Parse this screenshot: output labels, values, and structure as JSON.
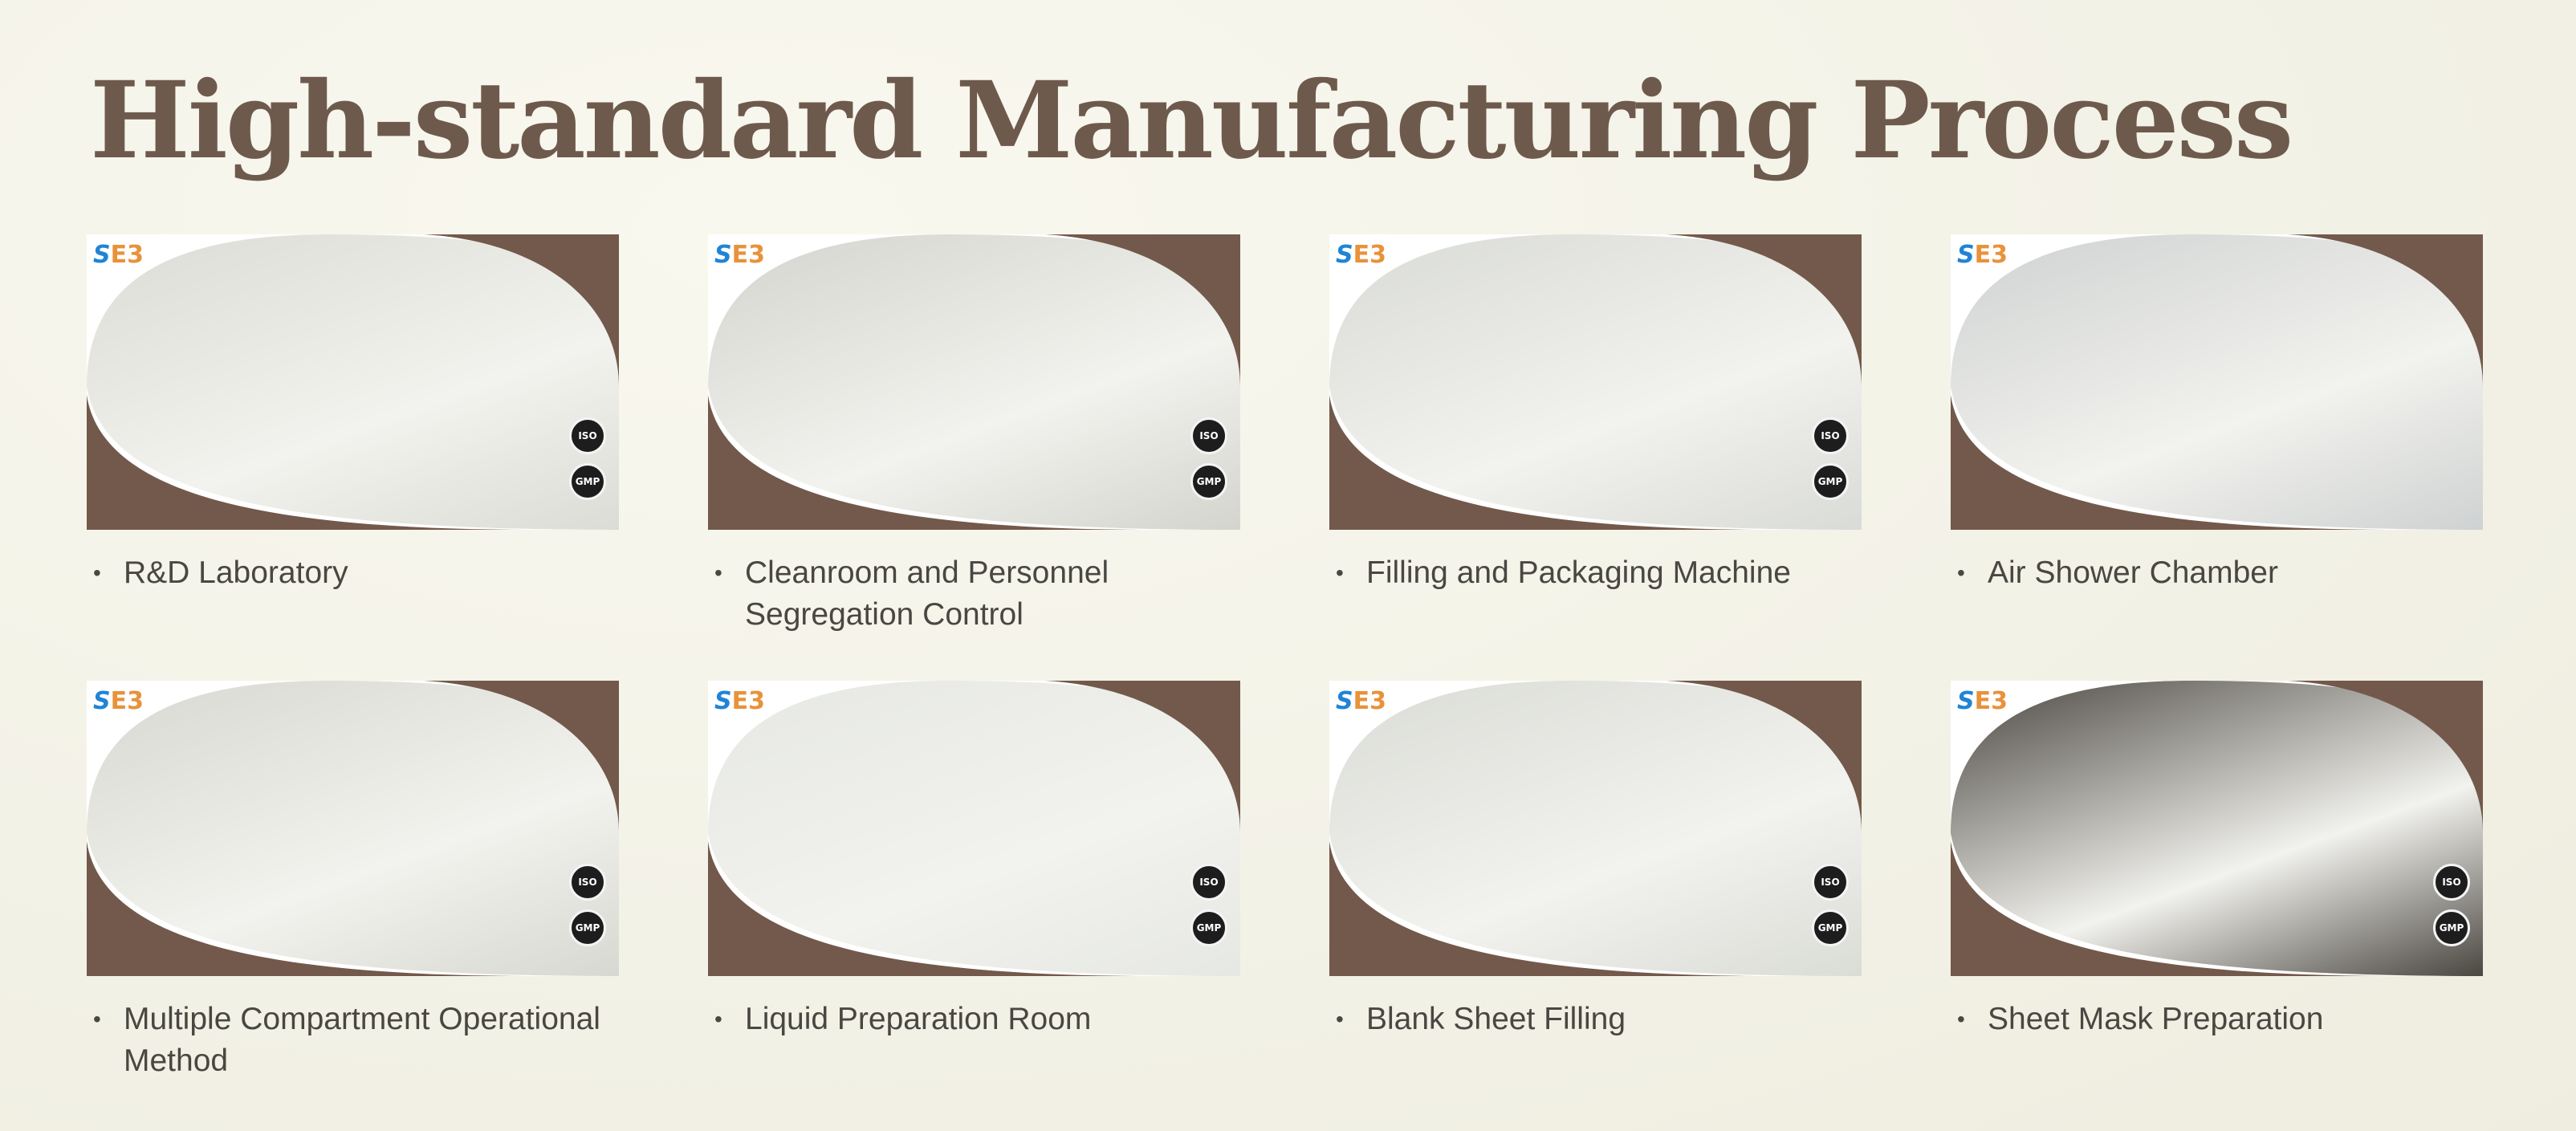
{
  "title": "High-standard Manufacturing Process",
  "logo_text": "E3",
  "certifications": {
    "iso": "ISO",
    "gmp": "GMP"
  },
  "bullet": "•",
  "colors": {
    "title": "#6e5a4d",
    "swoosh": "#73594b",
    "caption": "#4a4642"
  },
  "processes": [
    {
      "caption": "R&D Laboratory",
      "scene": "#dcdcd6"
    },
    {
      "caption": "Cleanroom and Personnel Segregation Control",
      "scene": "#d4d4cf"
    },
    {
      "caption": "Filling and Packaging Machine",
      "scene": "#d9dbd7"
    },
    {
      "caption": "Air Shower Chamber",
      "scene": "#cfd2d2"
    },
    {
      "caption": "Multiple Compartment Operational Method",
      "scene": "#d8d8d2"
    },
    {
      "caption": "Liquid Preparation Room",
      "scene": "#e6e8e4"
    },
    {
      "caption": "Blank Sheet Filling",
      "scene": "#dadcd6"
    },
    {
      "caption": "Sheet Mask Preparation",
      "scene": "#4a4640"
    }
  ]
}
